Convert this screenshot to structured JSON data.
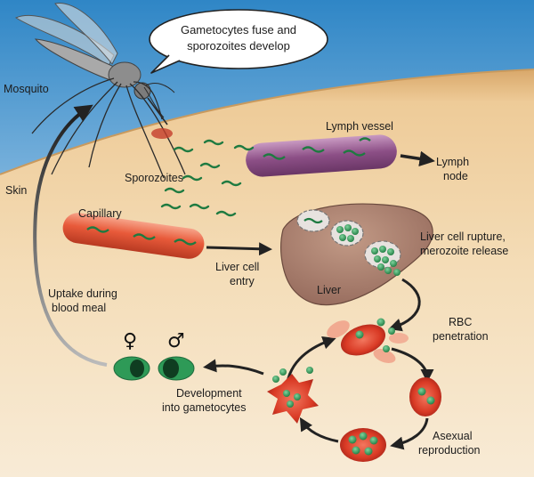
{
  "colors": {
    "sky_top": "#2f86c6",
    "sky_bottom": "#f3f7fb",
    "skin": "#f0d3a6",
    "skin_edge": "#c99a5e",
    "capillary": "#e85a3a",
    "lymph_vessel": "#8c4f86",
    "liver": "#a87d69",
    "rbc": "#d93a25",
    "parasite": "#2e9a57",
    "arrow": "#222222"
  },
  "icons": {
    "female": "female-symbol",
    "male": "male-symbol"
  },
  "labels": {
    "speech_bubble_line1": "Gametocytes fuse and",
    "speech_bubble_line2": "sporozoites develop",
    "mosquito": "Mosquito",
    "skin": "Skin",
    "sporozoites": "Sporozoites",
    "lymph_vessel": "Lymph vessel",
    "lymph_node_line1": "Lymph",
    "lymph_node_line2": "node",
    "capillary": "Capillary",
    "liver_cell_entry_line1": "Liver cell",
    "liver_cell_entry_line2": "entry",
    "liver": "Liver",
    "liver_rupture_line1": "Liver cell rupture,",
    "liver_rupture_line2": "merozoite release",
    "uptake_line1": "Uptake during",
    "uptake_line2": "blood meal",
    "rbc_penetration_line1": "RBC",
    "rbc_penetration_line2": "penetration",
    "development_line1": "Development",
    "development_line2": "into gametocytes",
    "asexual_line1": "Asexual",
    "asexual_line2": "reproduction",
    "female_symbol": "♀",
    "male_symbol": "♂"
  }
}
